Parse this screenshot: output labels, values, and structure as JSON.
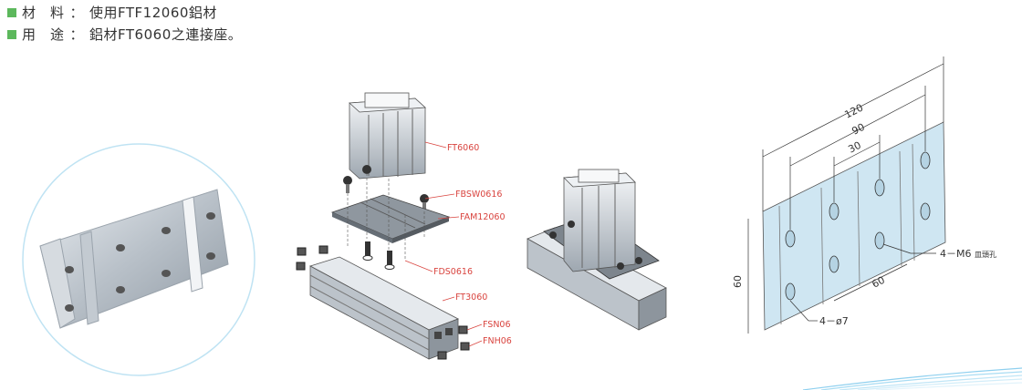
{
  "specs": [
    {
      "key": "材　料",
      "sep": "：",
      "value": "使用FTF12060鋁材"
    },
    {
      "key": "用　途",
      "sep": "：",
      "value": "鋁材FT6060之連接座。"
    }
  ],
  "colors": {
    "bullet": "#5cb85c",
    "label": "#d9443f",
    "drawing_fill": "#cfe6f2"
  },
  "parts": [
    "FT6060",
    "FBSW0616",
    "FAM12060",
    "FDS0616",
    "FT3060",
    "FSN06",
    "FNH06"
  ],
  "dimensions": {
    "len_120": "120",
    "len_90": "90",
    "len_30": "30",
    "height_60": "60",
    "width_60": "60",
    "thread": "4－M6",
    "thread_note": "皿頭孔",
    "hole": "4－ø7"
  }
}
